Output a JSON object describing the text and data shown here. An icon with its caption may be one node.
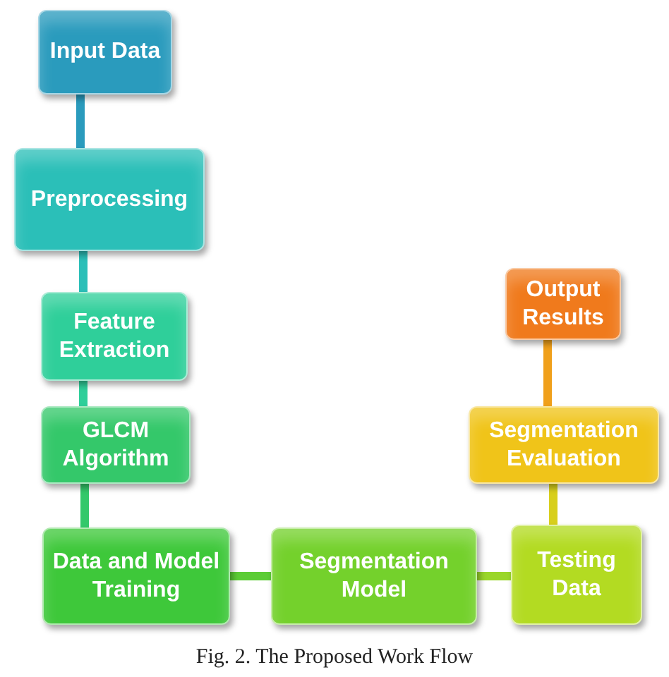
{
  "diagram": {
    "caption": "Fig. 2. The Proposed Work Flow",
    "nodes": [
      {
        "text": [
          "Input Data"
        ]
      },
      {
        "text": [
          "Preprocessing"
        ]
      },
      {
        "text": [
          "Feature Extraction"
        ]
      },
      {
        "text": [
          "GLCM Algorithm"
        ]
      },
      {
        "text": [
          "Data and Model Training"
        ]
      },
      {
        "text": [
          "Segmentation Model"
        ]
      },
      {
        "text": [
          "Testing Data"
        ]
      },
      {
        "text": [
          "Segmentation Evaluation"
        ]
      },
      {
        "text": [
          "Output Results"
        ]
      }
    ],
    "edges": [
      {
        "from": 0,
        "to": 1,
        "arrow": "none",
        "color": "#2a9bbd"
      },
      {
        "from": 1,
        "to": 2,
        "arrow": "none",
        "color": "#2bbfb8"
      },
      {
        "from": 2,
        "to": 3,
        "arrow": "none",
        "color": "#2fcf9a"
      },
      {
        "from": 3,
        "to": 4,
        "arrow": "none",
        "color": "#34c86a"
      },
      {
        "from": 4,
        "to": 5,
        "arrow": "none",
        "color": "#5ccc36"
      },
      {
        "from": 5,
        "to": 6,
        "arrow": "none",
        "color": "#9ad62a"
      },
      {
        "from": 6,
        "to": 7,
        "arrow": "none",
        "color": "#d8cf1c"
      },
      {
        "from": 7,
        "to": 8,
        "arrow": "none",
        "color": "#f0a01b"
      }
    ]
  }
}
